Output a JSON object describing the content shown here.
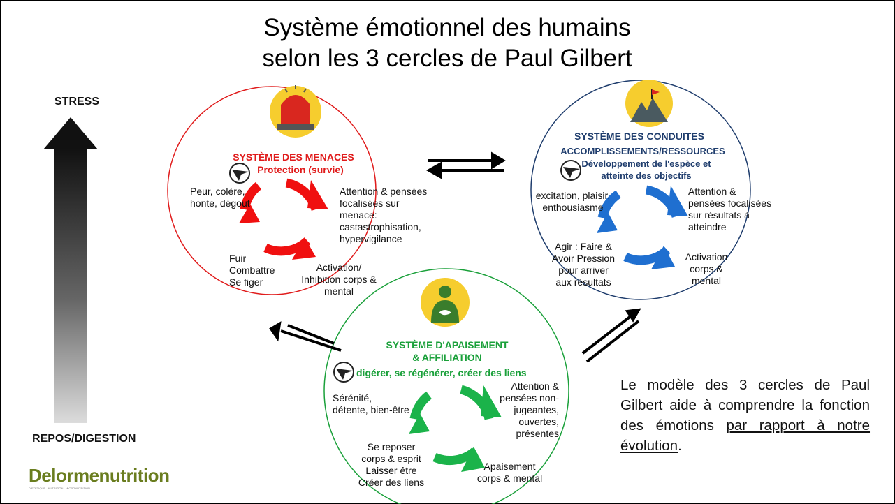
{
  "title": {
    "line1": "Système émotionnel des humains",
    "line2": "selon les 3 cercles de Paul Gilbert"
  },
  "axis": {
    "top_label": "STRESS",
    "bottom_label": "REPOS/DIGESTION"
  },
  "logo": {
    "text": "Delormenutrition",
    "tagline": "DIETETIQUE - NUTRITION - MICRONUTRITION"
  },
  "threat": {
    "color": "#e01b1b",
    "heading": "SYSTÈME DES MENACES",
    "subheading": "Protection (survie)",
    "emotions": "Peur, colère, honte, dégout",
    "attention": "Attention & pensées focalisées sur menace: castastrophisation, hypervigilance",
    "activation": "Activation/ Inhibition corps & mental",
    "action": "Fuir Combattre Se figer"
  },
  "drive": {
    "color": "#1f3d6d",
    "arrow_color": "#1f6fd0",
    "heading": "SYSTÈME DES CONDUITES",
    "subheading": "ACCOMPLISSEMENTS/RESSOURCES",
    "purpose": "Développement de l'espèce et atteinte des objectifs",
    "emotions": "excitation, plaisir, enthousiasme",
    "attention": "Attention & pensées focalisées sur résultats à atteindre",
    "activation": "Activation corps & mental",
    "action": "Agir : Faire & Avoir Pression pour arriver aux résultats"
  },
  "soothing": {
    "color": "#1aa03a",
    "heading": "SYSTÈME D'APAISEMENT",
    "heading2": "& AFFILIATION",
    "subheading": "digérer, se régénérer, créer des liens",
    "emotions": "Sérénité, détente, bien-être",
    "attention": "Attention & pensées non-jugeantes, ouvertes, présentes",
    "activation": "Apaisement corps & mental",
    "action": "Se reposer corps & esprit Laisser être Créer des liens"
  },
  "note": {
    "text": "Le modèle des 3 cercles de Paul Gilbert aide à comprendre la fonction des émotions ",
    "underlined": "par rapport à notre évolution",
    "end": "."
  }
}
